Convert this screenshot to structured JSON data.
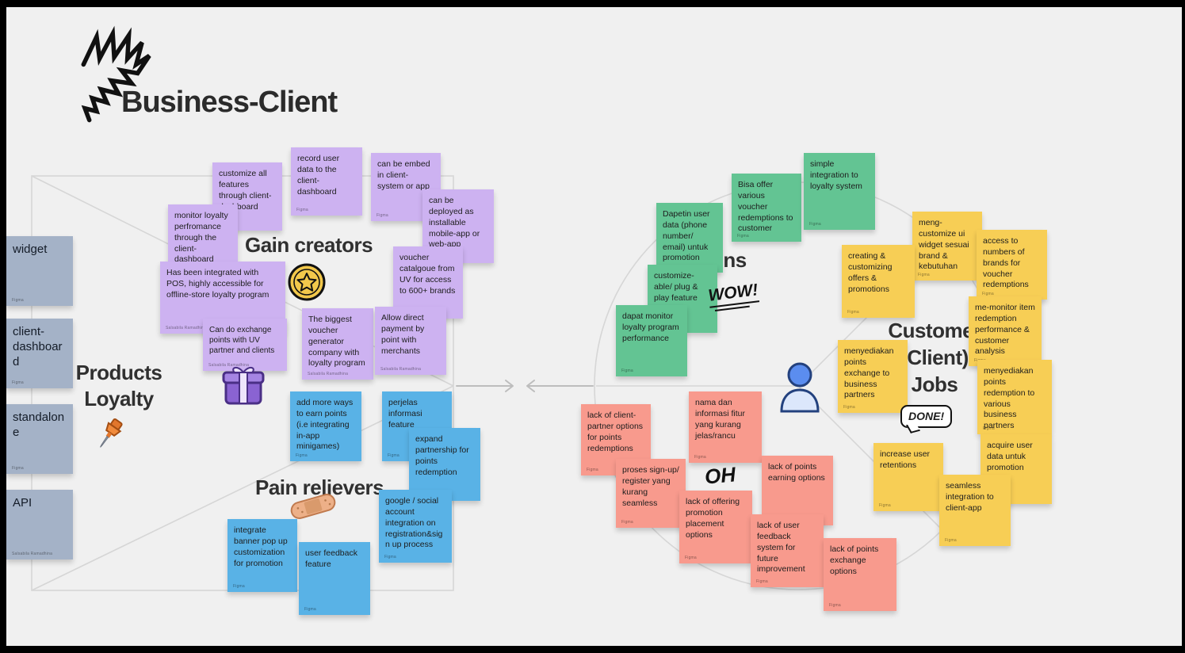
{
  "board": {
    "title": "Business-Client"
  },
  "headings": {
    "gain_creators": "Gain creators",
    "products": [
      "Products",
      "Loyalty"
    ],
    "pain_relievers": "Pain relievers",
    "gains": "Gains",
    "customer_jobs": [
      "Customer",
      "(Client)",
      "Jobs"
    ]
  },
  "sketches": {
    "wow": "WOW!",
    "done": "DONE!",
    "oh": "OH"
  },
  "icons": {
    "title_doodle": "scribble-doodle",
    "gain_creators": "star-coin",
    "products": "gift-box",
    "products_loyalty": "pushpin",
    "pain_relievers": "bandage",
    "customer_jobs": "person"
  },
  "colors": {
    "purple_note": "#CDB2F1",
    "blue_note": "#59B2E6",
    "green_note": "#63C493",
    "red_note": "#F89A8D",
    "yellow_note": "#F7CE55",
    "gray_note": "#A4B2C7",
    "canvas_bg": "#F0F0F0",
    "shape_stroke": "#D6D6D6",
    "frame": "#000000"
  },
  "notes": {
    "gray": [
      {
        "text": "widget",
        "author": "Figma"
      },
      {
        "text": "client-dashboard",
        "author": "Figma"
      },
      {
        "text": "standalone",
        "author": "Figma"
      },
      {
        "text": "API",
        "author": "Salsabila Ramadhina"
      }
    ],
    "purple": [
      {
        "text": "customize all features through client-dashboard",
        "author": "Figma"
      },
      {
        "text": "record user data to the client-dashboard",
        "author": "Figma"
      },
      {
        "text": "can be embed in client-system or app",
        "author": "Figma"
      },
      {
        "text": "can be deployed as installable mobile-app or web-app",
        "author": "Figma"
      },
      {
        "text": "monitor loyalty perfromance through the client-dashboard",
        "author": "Figma"
      },
      {
        "text": "voucher catalgoue from UV for access to 600+ brands",
        "author": "Figma"
      },
      {
        "text": "Has been integrated with POS, highly accessible for offline-store loyalty program",
        "author": "Salsabila Ramadhina"
      },
      {
        "text": "The biggest voucher generator company with loyalty program",
        "author": "Salsabila Ramadhina"
      },
      {
        "text": "Allow direct payment by point with merchants",
        "author": "Salsabila Ramadhina"
      },
      {
        "text": "Can do exchange points with UV partner and clients",
        "author": "Salsabila Ramadhina"
      }
    ],
    "blue": [
      {
        "text": "add more ways to earn points (i.e integrating in-app minigames)",
        "author": "Figma"
      },
      {
        "text": "perjelas informasi feature",
        "author": "Figma"
      },
      {
        "text": "expand partnership for points redemption",
        "author": "Figma"
      },
      {
        "text": "google / social account integration on registration&sign up process",
        "author": "Figma"
      },
      {
        "text": "integrate banner pop up customization for promotion",
        "author": "Figma"
      },
      {
        "text": "user feedback feature",
        "author": "Figma"
      }
    ],
    "green": [
      {
        "text": "Bisa offer various voucher redemptions to customer",
        "author": "Figma"
      },
      {
        "text": "simple integration to loyalty system",
        "author": "Figma"
      },
      {
        "text": "Dapetin user data (phone number/ email) untuk promotion",
        "author": "Figma"
      },
      {
        "text": "customize-able/ plug & play feature",
        "author": "Figma"
      },
      {
        "text": "dapat monitor loyalty program performance",
        "author": "Figma"
      }
    ],
    "red": [
      {
        "text": "lack of client-partner options for points redemptions",
        "author": "Figma"
      },
      {
        "text": "nama dan informasi fitur yang kurang jelas/rancu",
        "author": "Figma"
      },
      {
        "text": "proses sign-up/ register yang kurang seamless",
        "author": "Figma"
      },
      {
        "text": "lack of points earning options",
        "author": "Figma"
      },
      {
        "text": "lack of offering promotion placement options",
        "author": "Figma"
      },
      {
        "text": "lack of user feedback system for future improvement",
        "author": "Figma"
      },
      {
        "text": "lack of points exchange options",
        "author": "Figma"
      }
    ],
    "yellow": [
      {
        "text": "meng-customize ui widget sesuai brand & kebutuhan",
        "author": "Figma"
      },
      {
        "text": "access to numbers of brands for voucher redemptions",
        "author": "Figma"
      },
      {
        "text": "creating & customizing offers & promotions",
        "author": "Figma"
      },
      {
        "text": "me-monitor item redemption performance & customer analysis",
        "author": "Figma"
      },
      {
        "text": "menyediakan points exchange to business partners",
        "author": "Figma"
      },
      {
        "text": "menyediakan points redemption to various business partners",
        "author": "Figma"
      },
      {
        "text": "increase user retentions",
        "author": "Figma"
      },
      {
        "text": "acquire user data untuk promotion",
        "author": "Figma"
      },
      {
        "text": "seamless integration to client-app",
        "author": "Figma"
      }
    ]
  }
}
